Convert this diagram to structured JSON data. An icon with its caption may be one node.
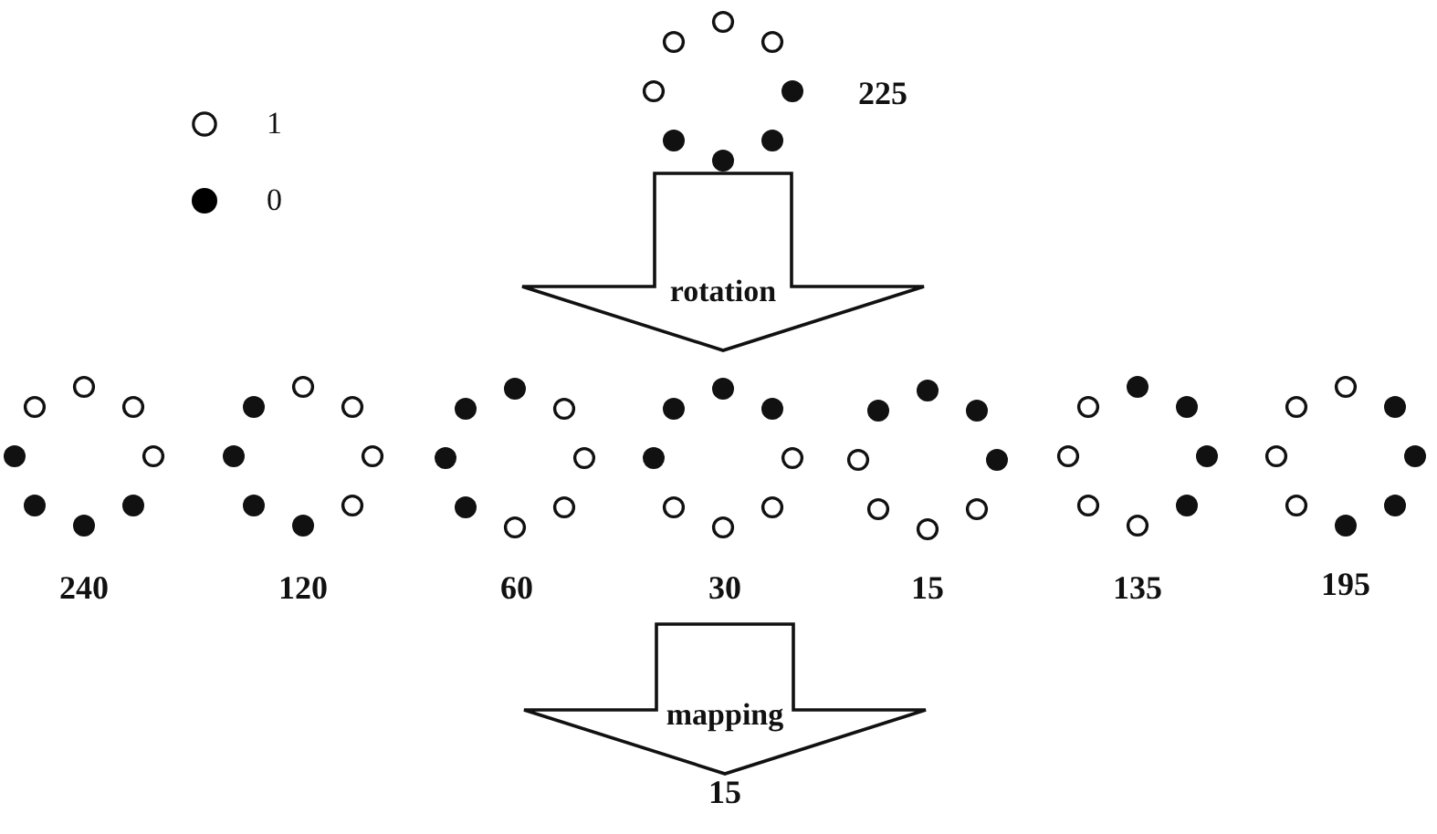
{
  "diagram": {
    "nodes": [
      {
        "text": [],
        "shape": "ring",
        "beside": [
          "225"
        ]
      },
      {
        "text": [],
        "shape": "picture"
      },
      {
        "text": [],
        "shape": "ring",
        "beside": [
          "240"
        ],
        "in": 1
      },
      {
        "text": [],
        "shape": "ring",
        "beside": [
          "120"
        ],
        "in": 1
      },
      {
        "text": [],
        "shape": "ring",
        "beside": [
          "60"
        ],
        "in": 1
      },
      {
        "text": [],
        "shape": "ring",
        "beside": [
          "30"
        ],
        "in": 1
      },
      {
        "text": [],
        "shape": "ring",
        "beside": [
          "15"
        ],
        "in": 1
      },
      {
        "text": [],
        "shape": "ring",
        "beside": [
          "135"
        ],
        "in": 1
      },
      {
        "text": [],
        "shape": "ring",
        "beside": [
          "195"
        ],
        "in": 1
      },
      {
        "text": [
          "15"
        ]
      }
    ],
    "edges": [
      {
        "from": 0,
        "to": 1,
        "arrow": "to",
        "label": "rotation"
      },
      {
        "from": 1,
        "to": 9,
        "arrow": "to",
        "label": "mapping"
      }
    ],
    "legend": [
      {
        "text": "1"
      },
      {
        "text": "0",
        "color": "#000000"
      }
    ]
  }
}
